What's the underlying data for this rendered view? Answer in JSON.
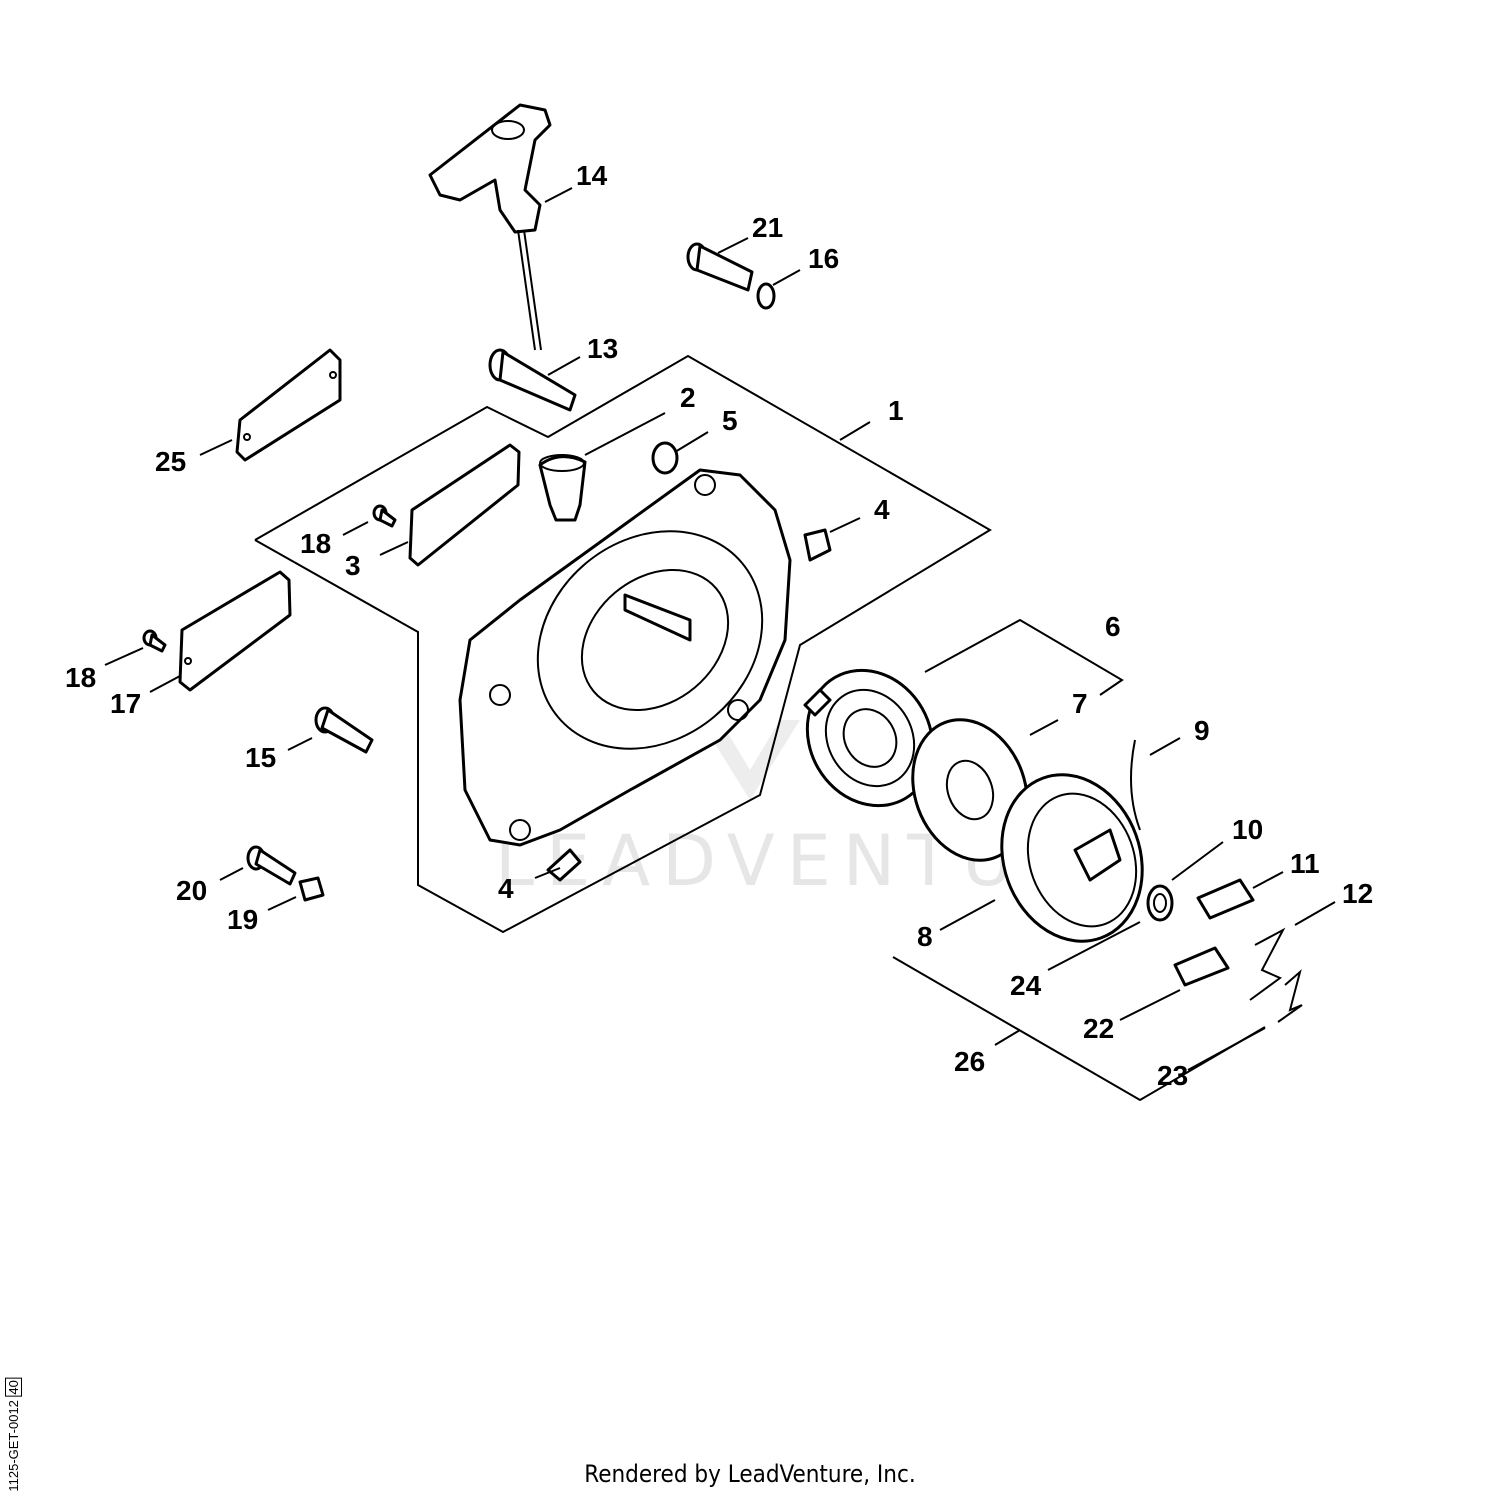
{
  "diagram": {
    "callouts": [
      "1",
      "2",
      "3",
      "4",
      "4",
      "5",
      "6",
      "7",
      "8",
      "9",
      "10",
      "11",
      "12",
      "13",
      "14",
      "15",
      "16",
      "17",
      "18",
      "18",
      "19",
      "20",
      "21",
      "22",
      "23",
      "24",
      "25",
      "26"
    ]
  },
  "watermark": {
    "text": "LEADVENTURE"
  },
  "footer": {
    "rendered_by": "Rendered by LeadVenture, Inc."
  },
  "doc_id": {
    "code": "1125-GET-0012",
    "page": "40"
  }
}
